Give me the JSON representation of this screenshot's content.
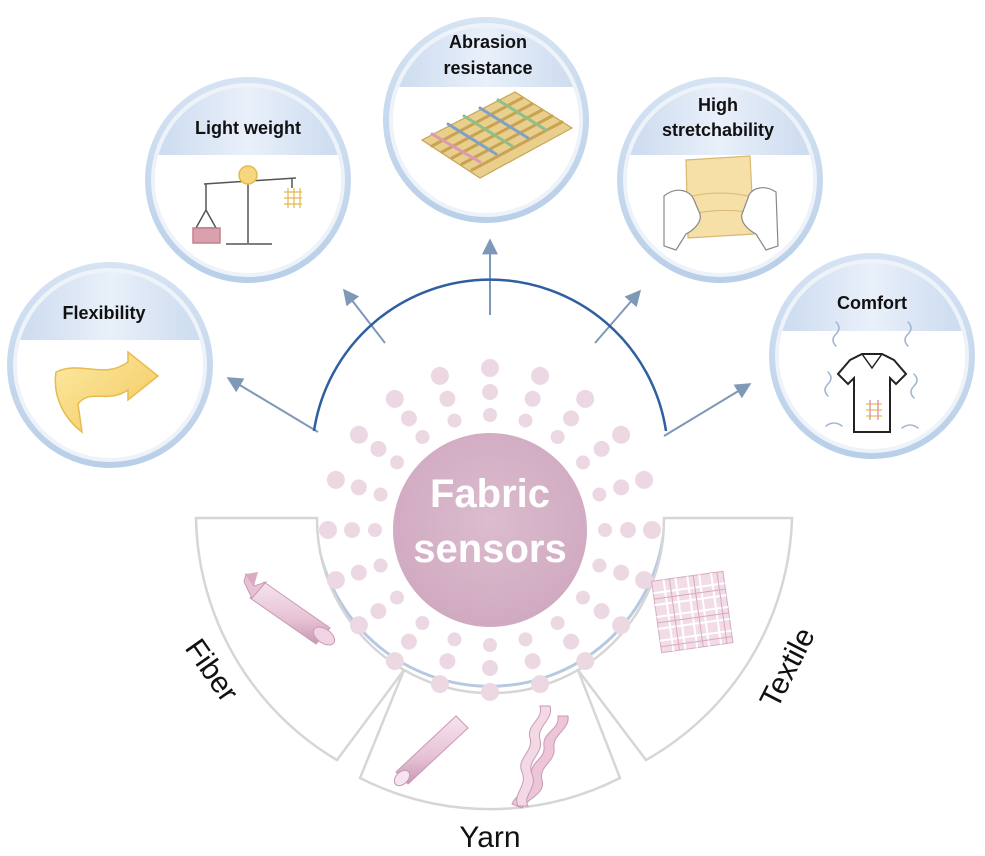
{
  "center": {
    "line1": "Fabric",
    "line2": "sensors"
  },
  "properties": [
    {
      "lines": [
        "Flexibility"
      ],
      "icon": "flexible-ribbon-icon"
    },
    {
      "lines": [
        "Light weight"
      ],
      "icon": "balance-scale-icon"
    },
    {
      "lines": [
        "Abrasion",
        "resistance"
      ],
      "icon": "woven-fabric-icon"
    },
    {
      "lines": [
        "High",
        "stretchability"
      ],
      "icon": "stretching-hands-icon"
    },
    {
      "lines": [
        "Comfort"
      ],
      "icon": "tshirt-icon"
    }
  ],
  "segments": [
    {
      "label": "Fiber",
      "icon": "fiber-icon"
    },
    {
      "label": "Yarn",
      "icon": "yarn-icon"
    },
    {
      "label": "Textile",
      "icon": "textile-icon"
    }
  ],
  "colors": {
    "arrow": "#7f98b8",
    "center_arc": "#2f5f9e",
    "circle_ring": "#cfdff0",
    "header_band": "#dde8f6",
    "center_disc": "#d6b4c8",
    "dots": "#ecd8e3",
    "segment_border": "#d6d6d6",
    "yellow": "#f7d77d",
    "pink": "#efc8d6"
  }
}
